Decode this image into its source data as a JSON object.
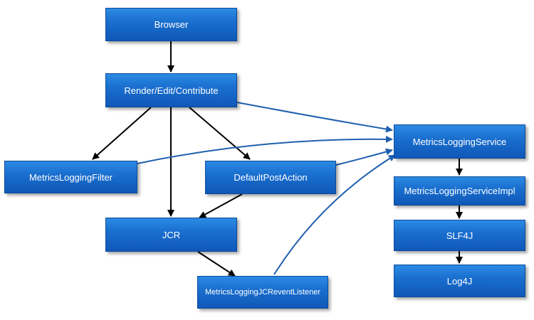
{
  "nodes": {
    "browser": "Browser",
    "render": "Render/Edit/Contribute",
    "filter": "MetricsLoggingFilter",
    "postaction": "DefaultPostAction",
    "jcr": "JCR",
    "listener": "MetricsLoggingJCReventListener",
    "service": "MetricsLoggingService",
    "impl": "MetricsLoggingServiceImpl",
    "slf4j": "SLF4J",
    "log4j": "Log4J"
  },
  "colors": {
    "node_fill": "#1a6fcf",
    "black_arrow": "#000000",
    "blue_arrow": "#1f5fae"
  }
}
